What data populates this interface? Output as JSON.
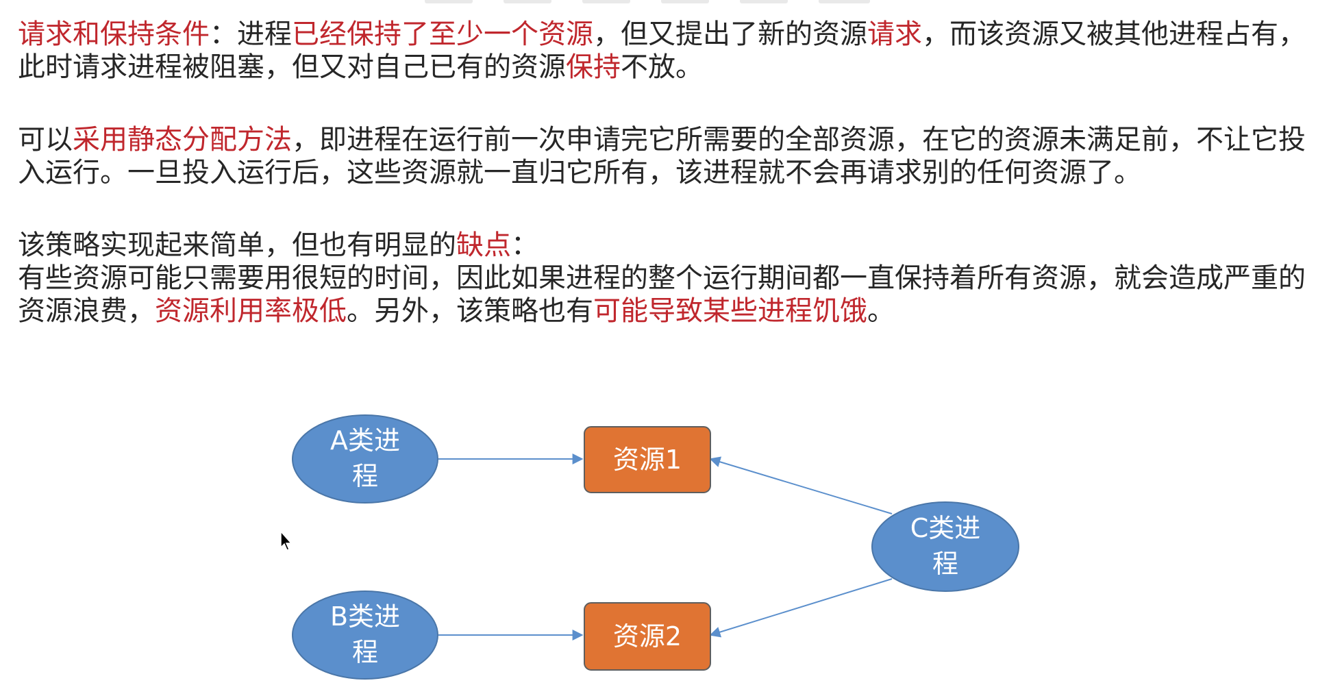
{
  "paragraph1": {
    "s1": "请求和保持条件",
    "s2": "：进程",
    "s3": "已经保持了至少一个资源",
    "s4": "，但又提出了新的资源",
    "s5": "请求",
    "s6": "，而该资源又被其他进程占有，此时请求进程被阻塞，但又对自己已有的资源",
    "s7": "保持",
    "s8": "不放。"
  },
  "paragraph2": {
    "s1": "可以",
    "s2": "采用静态分配方法",
    "s3": "，即进程在运行前一次申请完它所需要的全部资源，在它的资源未满足前，不让它投入运行。一旦投入运行后，这些资源就一直归它所有，该进程就不会再请求别的任何资源了。"
  },
  "paragraph3": {
    "s1": "该策略实现起来简单，但也有明显的",
    "s2": "缺点",
    "s3": "："
  },
  "paragraph4": {
    "s1": "有些资源可能只需要用很短的时间，因此如果进程的整个运行期间都一直保持着所有资源，就会造成严重的资源浪费，",
    "s2": "资源利用率极低",
    "s3": "。另外，该策略也有",
    "s4": "可能导致某些进程饥饿",
    "s5": "。"
  },
  "diagram": {
    "process_a": {
      "line1": "A类进",
      "line2": "程"
    },
    "process_b": {
      "line1": "B类进",
      "line2": "程"
    },
    "process_c": {
      "line1": "C类进",
      "line2": "程"
    },
    "resource1": "资源1",
    "resource2": "资源2"
  },
  "colors": {
    "text": "#262626",
    "highlight": "#c0272d",
    "process_fill": "#5b8fcc",
    "process_stroke": "#4a76a8",
    "resource_fill": "#e07433",
    "resource_stroke": "#5e5e5e",
    "arrow": "#5b8fcc"
  }
}
